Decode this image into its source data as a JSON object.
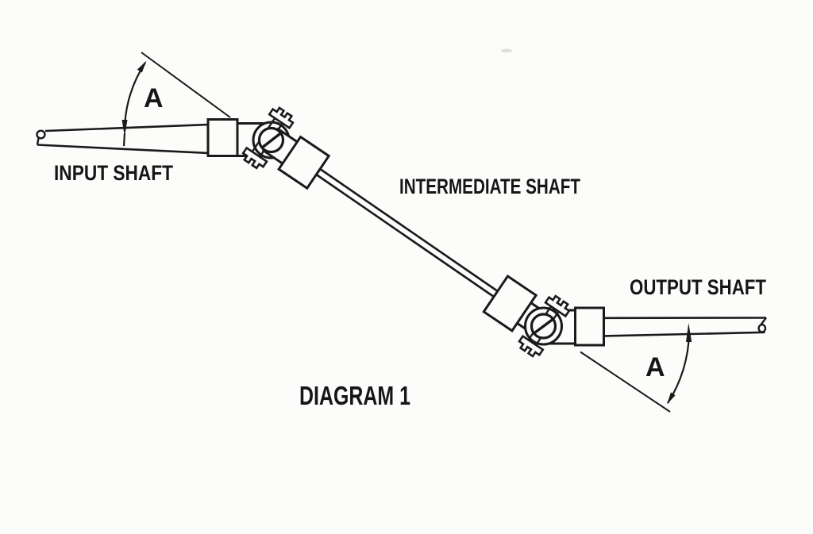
{
  "diagram": {
    "caption": "DIAGRAM 1",
    "labels": {
      "input_shaft": "INPUT SHAFT",
      "intermediate_shaft": "INTERMEDIATE SHAFT",
      "output_shaft": "OUTPUT SHAFT"
    },
    "angles": {
      "left": "A",
      "right": "A"
    },
    "description": "Universal joint drive line: input shaft and output shaft horizontal, intermediate shaft inclined, operating angle A equal at both universal joints",
    "colors": {
      "ink": "#1a1a1a",
      "paper": "#fcfdfb"
    }
  }
}
